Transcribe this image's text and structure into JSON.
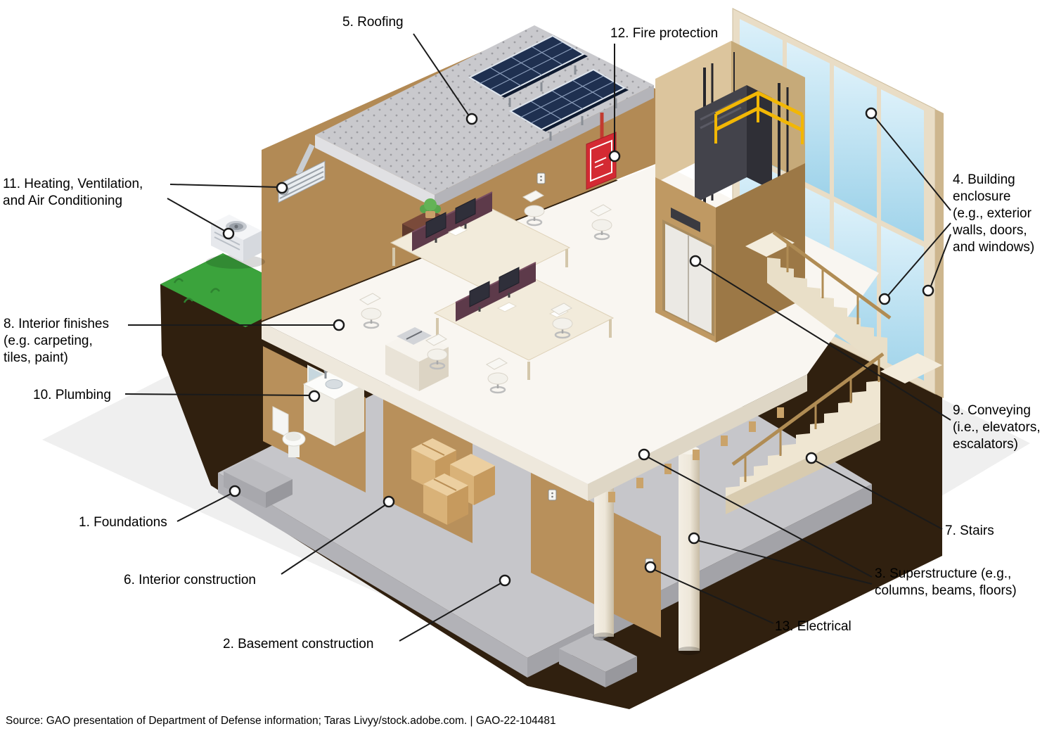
{
  "figure": {
    "type": "isometric-building-cutaway-diagram",
    "source_note": "Source: GAO presentation of Department of Defense information; Taras Livyy/stock.adobe.com.  |  GAO-22-104481"
  },
  "labels": {
    "foundations": "1. Foundations",
    "basement_construction": "2. Basement construction",
    "superstructure": "3. Superstructure (e.g.,\ncolumns, beams, floors)",
    "building_enclosure": "4. Building\nenclosure\n(e.g., exterior\nwalls, doors,\nand windows)",
    "roofing": "5. Roofing",
    "interior_construction": "6. Interior construction",
    "stairs": "7. Stairs",
    "interior_finishes": "8. Interior finishes\n(e.g. carpeting,\ntiles, paint)",
    "conveying": "9. Conveying\n(i.e., elevators,\nescalators)",
    "plumbing": "10. Plumbing",
    "hvac": "11. Heating, Ventilation,\nand Air Conditioning",
    "fire_protection": "12. Fire protection",
    "electrical": "13. Electrical"
  },
  "colors": {
    "earth_brown": "#30200f",
    "grass_green": "#3ba33c",
    "wall_tan": "#b28a55",
    "floor_white": "#f9f6f1",
    "concrete_gray": "#c6c6ca",
    "roof_gray": "#c9c9cd",
    "solar_panel_navy": "#1f3050",
    "glass_blue": "#bfe2f2",
    "fire_red": "#d42a33",
    "safety_rail_yellow": "#f2b705",
    "leader_line_black": "#1a1a1a"
  }
}
